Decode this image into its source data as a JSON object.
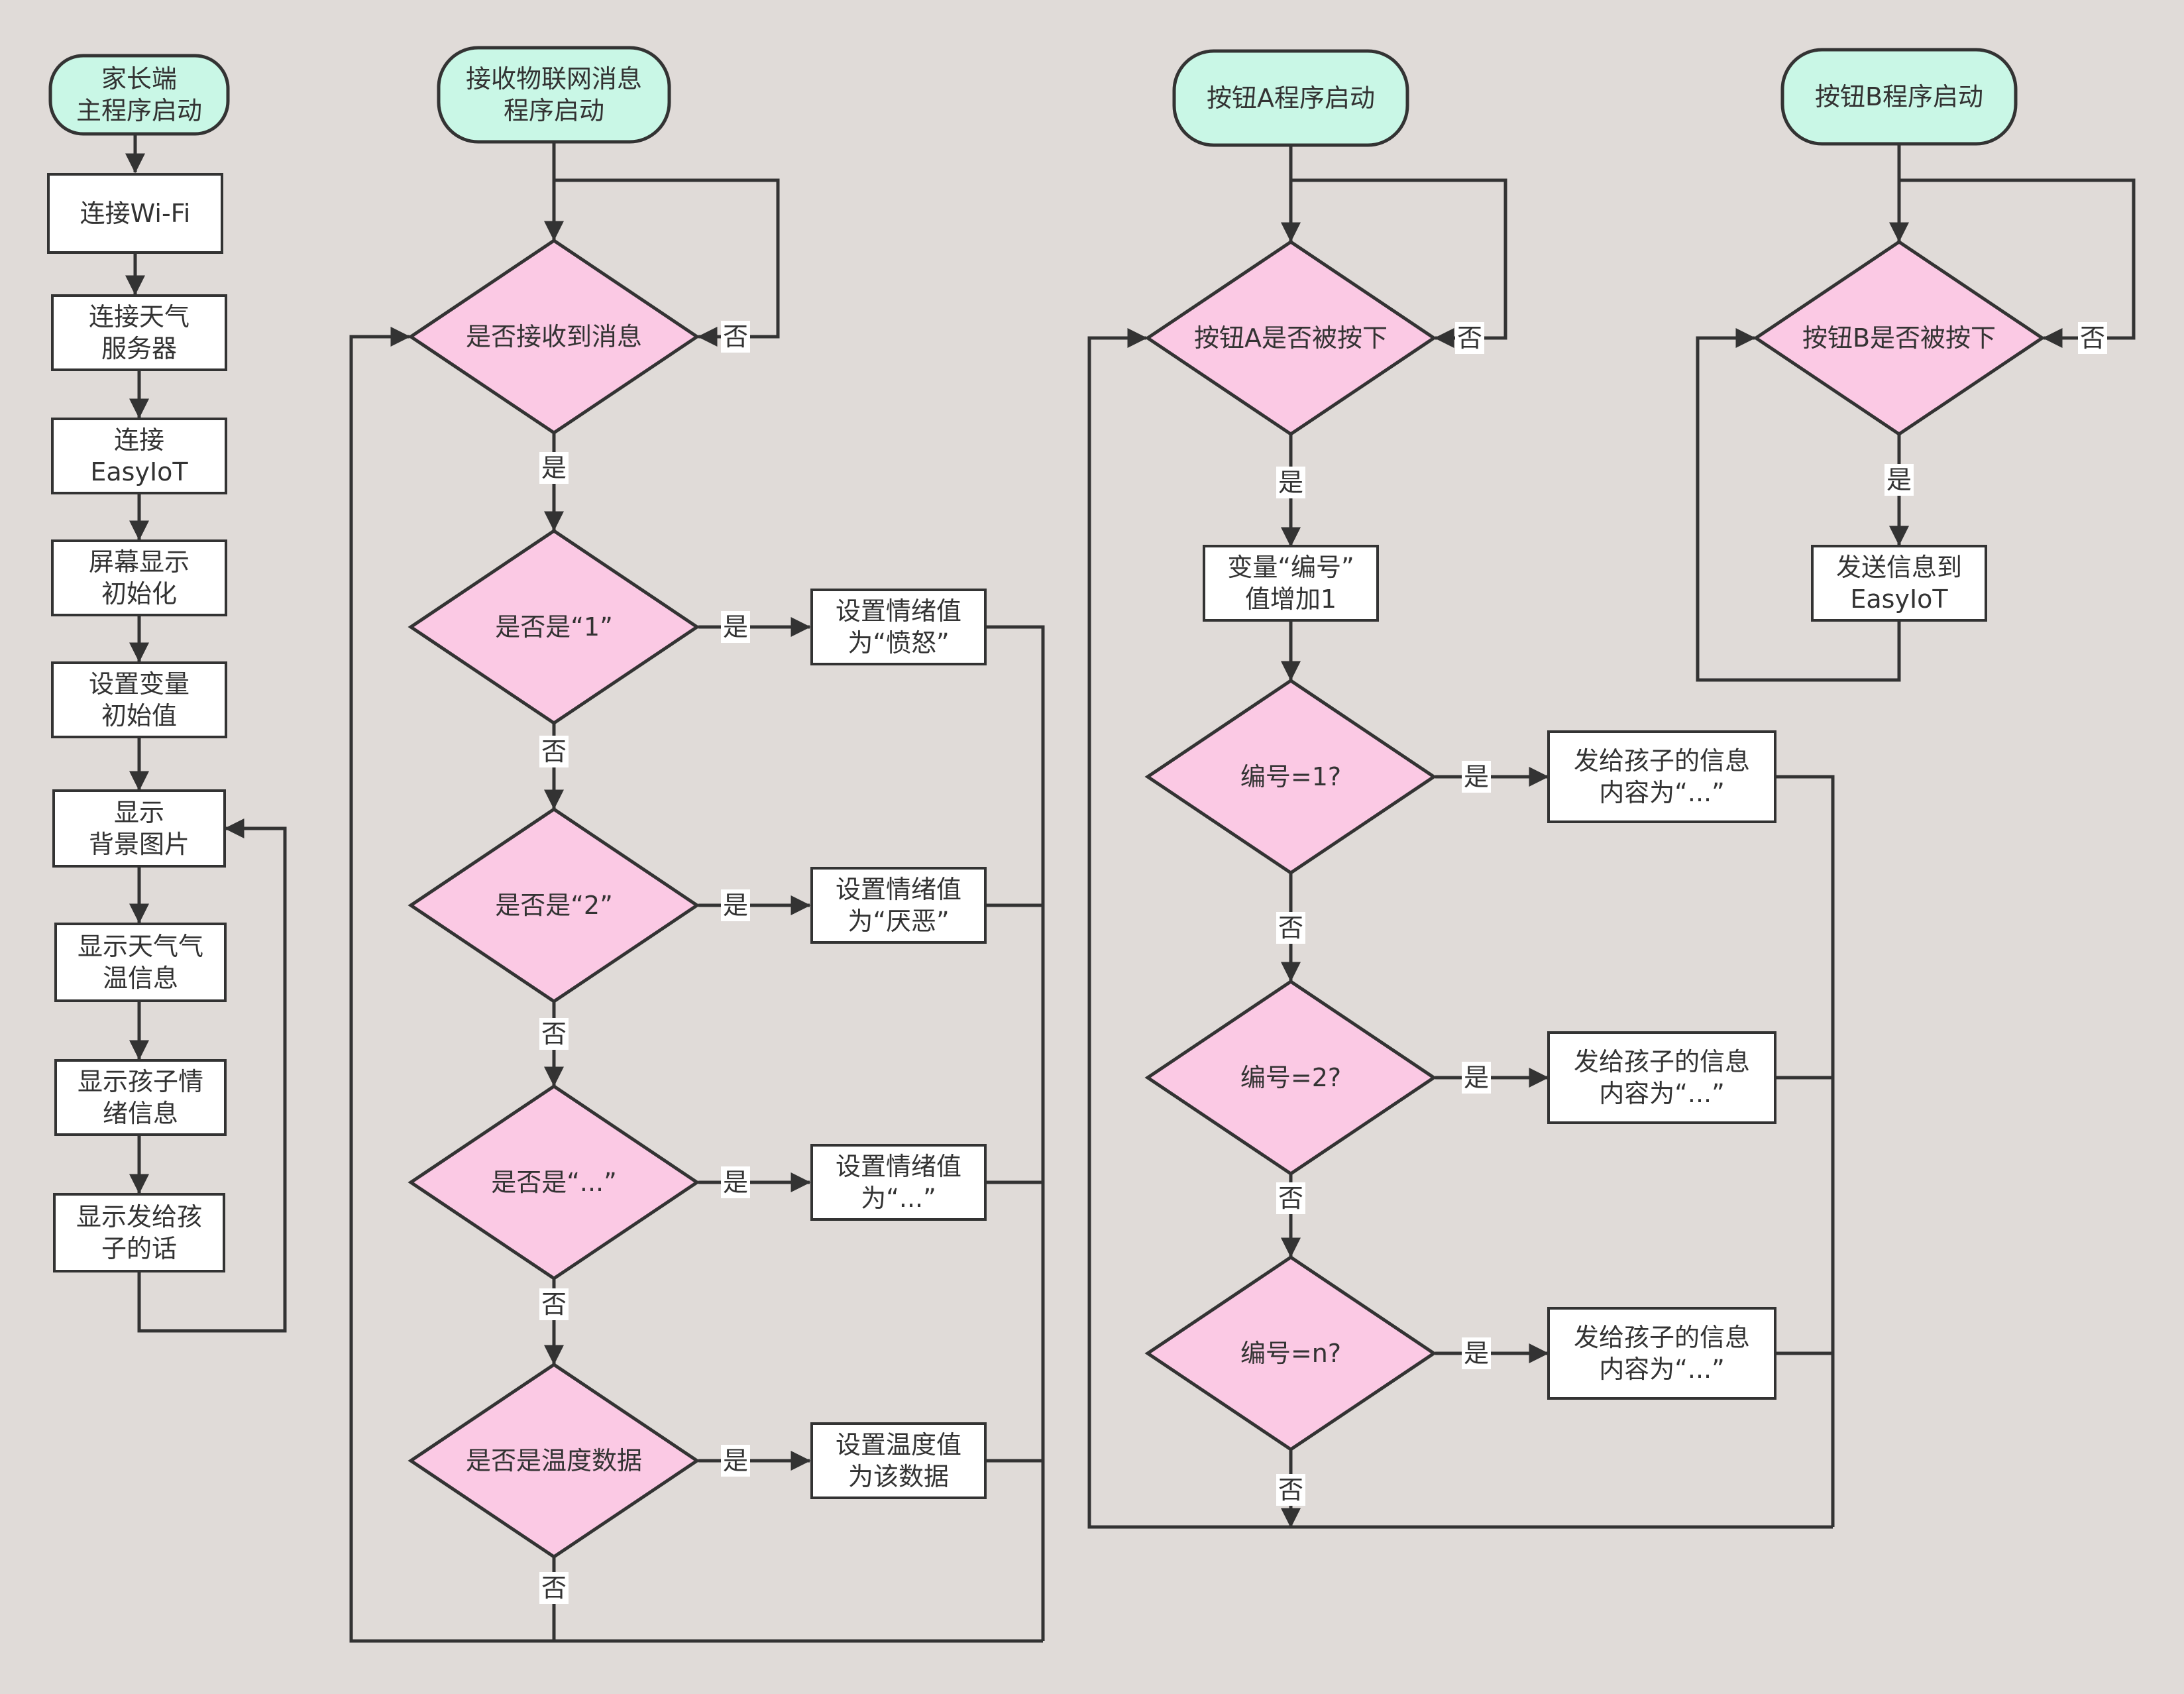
{
  "colors": {
    "background": "#e0dbd8",
    "terminal_fill": "#c9f7e6",
    "decision_fill": "#fbc9e4",
    "process_fill": "#ffffff",
    "stroke": "#333333"
  },
  "parent_main": {
    "start": [
      "家长端",
      "主程序启动"
    ],
    "wifi": [
      "连接Wi-Fi"
    ],
    "weather_server": [
      "连接天气",
      "服务器"
    ],
    "easyiot": [
      "连接",
      "EasyIoT"
    ],
    "screen_init": [
      "屏幕显示",
      "初始化"
    ],
    "var_init": [
      "设置变量",
      "初始值"
    ],
    "show_bg": [
      "显示",
      "背景图片"
    ],
    "show_weather": [
      "显示天气气",
      "温信息"
    ],
    "show_mood": [
      "显示孩子情",
      "绪信息"
    ],
    "show_words": [
      "显示发给孩",
      "子的话"
    ]
  },
  "iot_receiver": {
    "start": [
      "接收物联网消息",
      "程序启动"
    ],
    "received": [
      "是否接收到消息"
    ],
    "is_1": [
      "是否是“1”"
    ],
    "is_2": [
      "是否是“2”"
    ],
    "is_more": [
      "是否是“...”"
    ],
    "is_temp": [
      "是否是温度数据"
    ],
    "set_angry": [
      "设置情绪值",
      "为“愤怒”"
    ],
    "set_disgust": [
      "设置情绪值",
      "为“厌恶”"
    ],
    "set_more": [
      "设置情绪值",
      "为“...”"
    ],
    "set_temp": [
      "设置温度值",
      "为该数据"
    ]
  },
  "button_a": {
    "start": [
      "按钮A程序启动"
    ],
    "pressed": [
      "按钮A是否被按下"
    ],
    "increment": [
      "变量“编号”",
      "值增加1"
    ],
    "num1": [
      "编号=1?"
    ],
    "num2": [
      "编号=2?"
    ],
    "numn": [
      "编号=n?"
    ],
    "send1": [
      "发给孩子的信息",
      "内容为“...”"
    ],
    "send2": [
      "发给孩子的信息",
      "内容为“...”"
    ],
    "sendn": [
      "发给孩子的信息",
      "内容为“...”"
    ]
  },
  "button_b": {
    "start": [
      "按钮B程序启动"
    ],
    "pressed": [
      "按钮B是否被按下"
    ],
    "send": [
      "发送信息到",
      "EasyIoT"
    ]
  },
  "labels": {
    "yes": "是",
    "no": "否"
  }
}
